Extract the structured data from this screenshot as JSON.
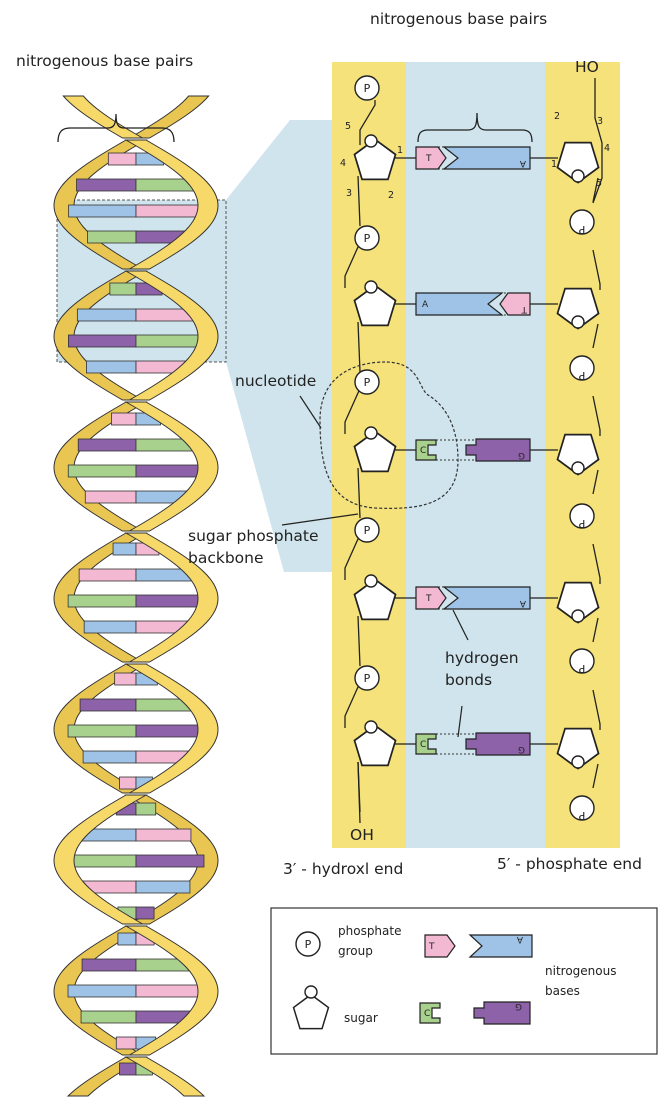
{
  "labels": {
    "left_base_pairs": "nitrogenous base pairs",
    "top_base_pairs": "nitrogenous base pairs",
    "nucleotide": "nucleotide",
    "sugar_phosphate_1": "sugar phosphate",
    "sugar_phosphate_2": "backbone",
    "hydrogen_1": "hydrogen",
    "hydrogen_2": "bonds",
    "end_3prime": "3′ - hydroxl end",
    "end_5prime": "5′ - phosphate end",
    "ho": "HO",
    "oh": "OH"
  },
  "carbon_numbers": {
    "left": [
      "1",
      "2",
      "3",
      "4",
      "5"
    ],
    "right": [
      "1",
      "2",
      "3",
      "4",
      "5"
    ]
  },
  "phosphate_letter": "P",
  "base_pairs": [
    {
      "left": "T",
      "right": "A"
    },
    {
      "left": "A",
      "right": "T"
    },
    {
      "left": "C",
      "right": "G"
    },
    {
      "left": "T",
      "right": "A"
    },
    {
      "left": "C",
      "right": "G"
    }
  ],
  "legend": {
    "phosphate_1": "phosphate",
    "phosphate_2": "group",
    "phosphate_symbol": "P",
    "sugar": "sugar",
    "bases_1": "nitrogenous",
    "bases_2": "bases",
    "base_t": "T",
    "base_a": "A",
    "base_c": "C",
    "base_g": "G"
  },
  "colors": {
    "backbone": "#f5e27a",
    "helix_ribbon": "#f7d96a",
    "panel_blue": "#cfe4ec",
    "thymine_pink": "#f3b9d3",
    "adenine_blue": "#9fc3e6",
    "cytosine_green": "#a9d18e",
    "guanine_purple": "#8e62a8"
  }
}
